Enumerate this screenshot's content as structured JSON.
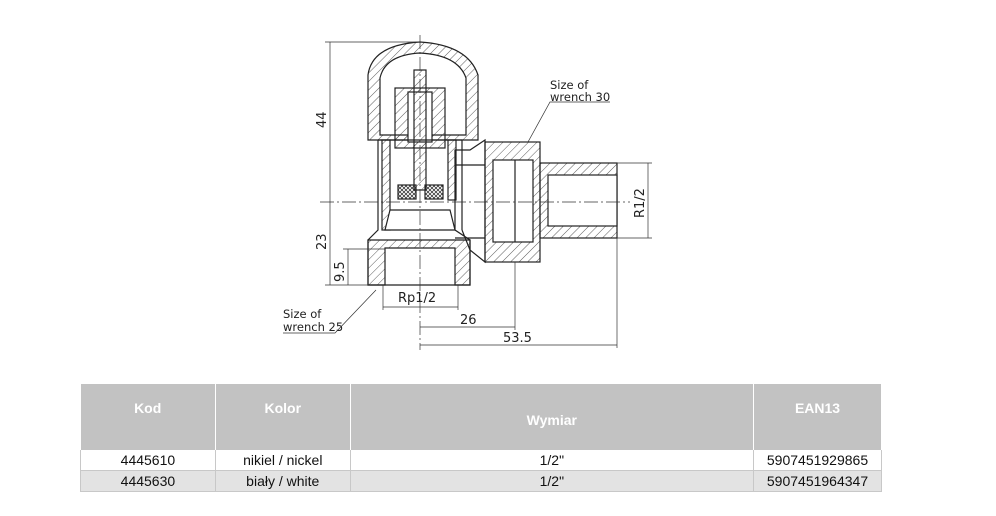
{
  "drawing": {
    "dimensions": {
      "d44": "44",
      "d23": "23",
      "d9_5": "9.5",
      "rp": "Rp1/2",
      "r": "R1/2",
      "d26": "26",
      "d53_5": "53.5"
    },
    "wrench30": {
      "line1": "Size of",
      "line2": "wrench 30"
    },
    "wrench25": {
      "line1": "Size of",
      "line2": "wrench 25"
    }
  },
  "table": {
    "headers": [
      "Kod",
      "Kolor",
      "Wymiar",
      "EAN13"
    ],
    "rows": [
      [
        "4445610",
        "nikiel / nickel",
        "1/2\"",
        "5907451929865"
      ],
      [
        "4445630",
        "biały / white",
        "1/2\"",
        "5907451964347"
      ]
    ]
  }
}
